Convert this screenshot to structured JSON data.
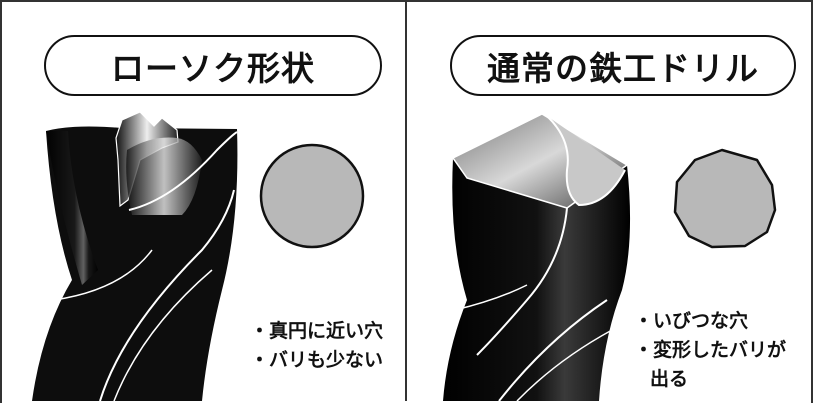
{
  "left_panel": {
    "title": "ローソク形状",
    "notes": [
      "・真円に近い穴",
      "・バリも少ない"
    ]
  },
  "right_panel": {
    "title": "通常の鉄工ドリル",
    "notes": [
      "・いびつな穴",
      "・変形したバリが",
      "出る"
    ]
  },
  "colors": {
    "border": "#333333",
    "drill_body": "#111111",
    "hole_fill": "#b8b8b8",
    "text": "#111111"
  }
}
